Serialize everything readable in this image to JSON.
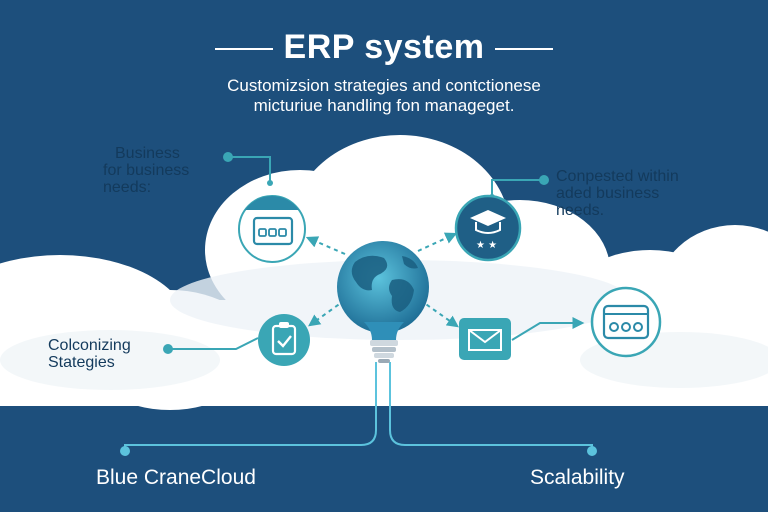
{
  "header": {
    "title": "ERP system",
    "subtitle_line1": "Customizsion strategies and contctionese",
    "subtitle_line2": "micturiue handling fon manageget."
  },
  "labels": {
    "business_line1": "Business",
    "business_line2": "for business",
    "business_line3": "needs:",
    "composed_line1": "Conpested within",
    "composed_line2": "aded business",
    "composed_line3": "needs.",
    "colonizing_line1": "Colconizing",
    "colonizing_line2": "Stategies",
    "blue_crane": "Blue CraneCloud",
    "scalability": "Scalability"
  },
  "colors": {
    "background": "#1d4f7c",
    "cloud": "#ffffff",
    "accent": "#3aa6b5",
    "icon_fill": "#2b8aa8",
    "globe": "#2f9bc0",
    "text_dark": "#133a5c",
    "text_light": "#ffffff"
  },
  "icons": [
    "calendar-icon",
    "graduation-cap-icon",
    "clipboard-check-icon",
    "envelope-icon",
    "dashboard-window-icon",
    "globe-lightbulb-icon"
  ]
}
